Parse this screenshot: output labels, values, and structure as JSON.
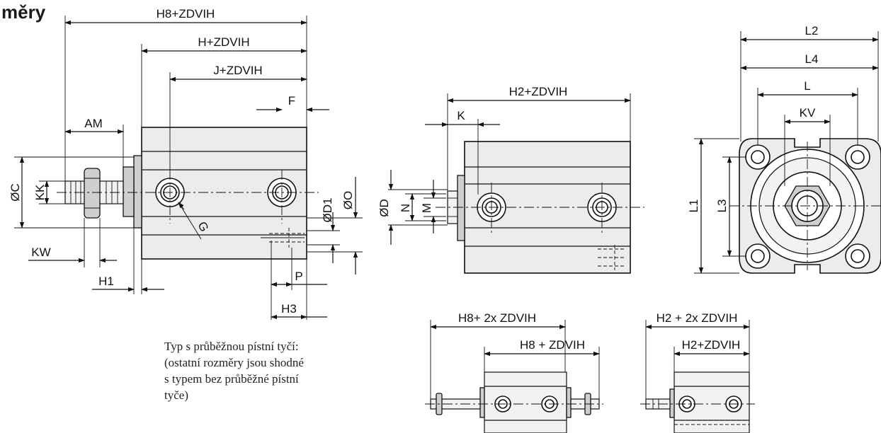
{
  "title": "měry",
  "note": {
    "line1": "Typ s průběžnou pístní tyčí:",
    "line2": "(ostatní rozměry jsou shodné",
    "line3": "s typem bez průběžné pístní",
    "line4": "tyče)"
  },
  "side_view": {
    "H8": "H8+ZDVIH",
    "H": "H+ZDVIH",
    "J": "J+ZDVIH",
    "F": "F",
    "AM": "AM",
    "C": "ØC",
    "KK": "KK",
    "G": "G",
    "D1": "ØD1",
    "O": "ØO",
    "KW": "KW",
    "H1": "H1",
    "P": "P",
    "H3": "H3"
  },
  "front_view": {
    "H2": "H2+ZDVIH",
    "K": "K",
    "D": "ØD",
    "N": "N",
    "M": "M"
  },
  "end_view": {
    "L2": "L2",
    "L4": "L4",
    "L": "L",
    "KV": "KV",
    "L1": "L1",
    "L3": "L3"
  },
  "through_rod": {
    "a_total": "H8+ 2x ZDVIH",
    "a_single": "H8 + ZDVIH",
    "b_total": "H2 + 2x ZDVIH",
    "b_single": "H2+ZDVIH"
  }
}
